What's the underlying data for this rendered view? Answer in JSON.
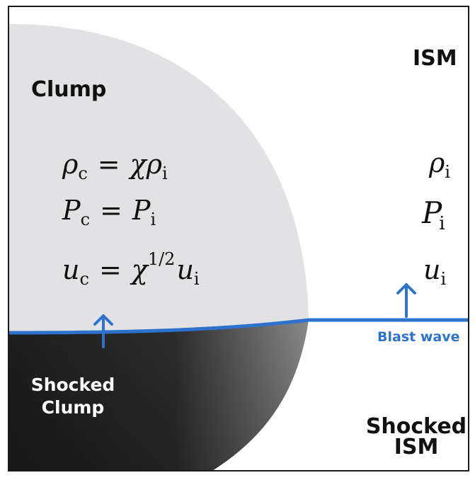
{
  "colors": {
    "frame": "#1a1a1a",
    "clump_fill": "#e2e1e3",
    "shocked_dark": "#1e1e1e",
    "shocked_light": "#8a8a8a",
    "shock_front": "#2f72cc",
    "background": "#ffffff"
  },
  "labels": {
    "clump": "Clump",
    "ism": "ISM",
    "shocked_clump_line1": "Shocked",
    "shocked_clump_line2": "Clump",
    "shocked_ism_line1": "Shocked",
    "shocked_ism_line2": "ISM",
    "blast_wave": "Blast wave"
  },
  "clump_equations": {
    "density": {
      "lhs": "ρ",
      "lhs_sub": "c",
      "eq": "=",
      "rhs_1": "χρ",
      "rhs_sub": "i"
    },
    "pressure": {
      "lhs": "P",
      "lhs_sub": "c",
      "eq": "=",
      "rhs_1": "P",
      "rhs_sub": "i"
    },
    "velocity": {
      "lhs": "u",
      "lhs_sub": "c",
      "eq": "=",
      "rhs_1": "χ",
      "rhs_sup": "1/2",
      "rhs_2": "u",
      "rhs_sub": "i"
    }
  },
  "ism_quantities": {
    "density": {
      "sym": "ρ",
      "sub": "i"
    },
    "pressure": {
      "sym": "P",
      "sub": "i"
    },
    "velocity": {
      "sym": "u",
      "sub": "i"
    }
  },
  "icons": {
    "clump_shock_arrow": "arrow-up-icon",
    "blast_wave_arrow": "arrow-up-icon"
  }
}
